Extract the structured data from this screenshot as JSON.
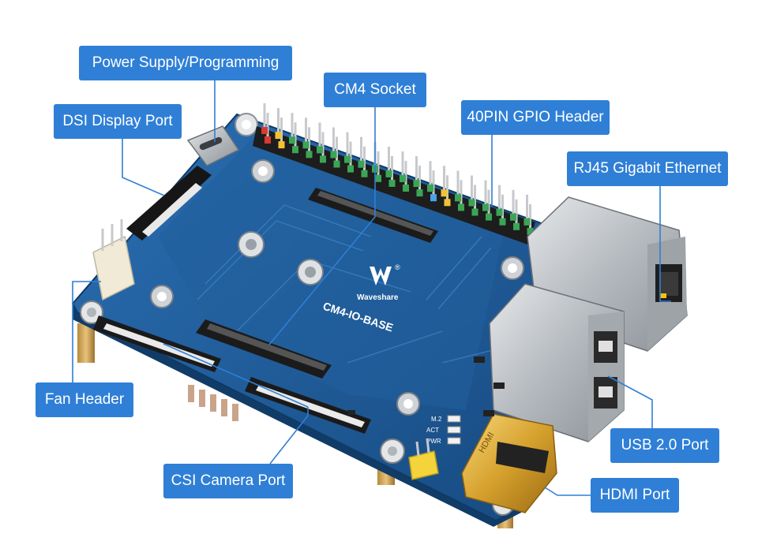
{
  "labels": {
    "power": "Power Supply/Programming",
    "dsi": "DSI Display Port",
    "cm4": "CM4 Socket",
    "gpio": "40PIN GPIO Header",
    "rj45": "RJ45 Gigabit Ethernet",
    "fan": "Fan Header",
    "usb": "USB 2.0 Port",
    "csi": "CSI Camera Port",
    "hdmi": "HDMI Port"
  },
  "board": {
    "brand": "Waveshare",
    "model": "CM4-IO-BASE",
    "led_labels": [
      "M.2",
      "ACT",
      "PWR"
    ],
    "hdmi_mark": "HDMI",
    "registered_mark": "®"
  },
  "colors": {
    "label_bg": "#2f7fd6",
    "label_text": "#ffffff",
    "pcb": "#1f5f9e",
    "pcb_dark": "#17497c",
    "leader_line": "#2f7fd6"
  }
}
